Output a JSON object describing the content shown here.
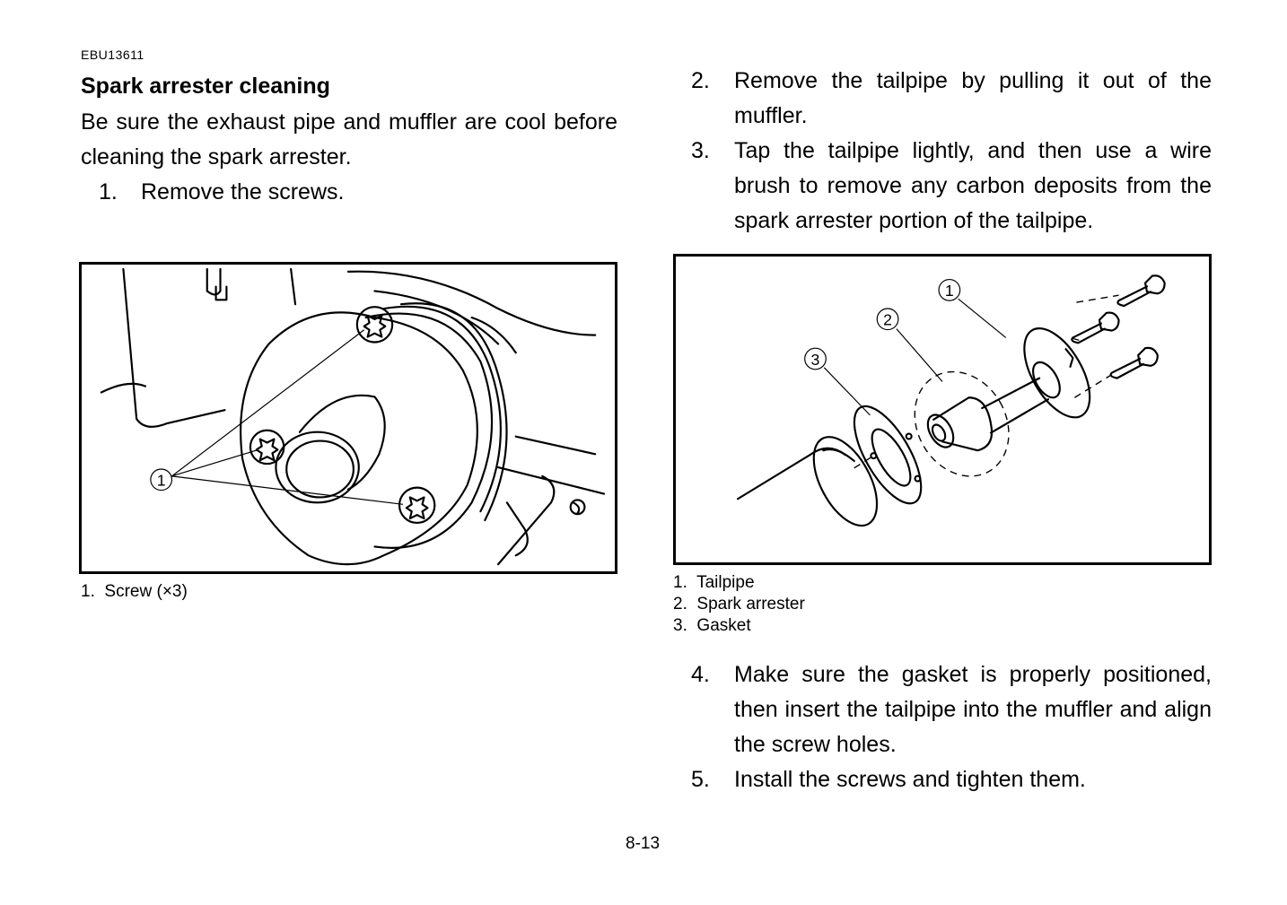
{
  "header": {
    "code": "EBU13611"
  },
  "section": {
    "title": "Spark arrester cleaning",
    "intro": "Be sure the exhaust pipe and muffler are cool before cleaning the spark arrester."
  },
  "steps": [
    {
      "num": "1.",
      "text": "Remove the screws."
    },
    {
      "num": "2.",
      "text": "Remove the tailpipe by pulling it out of the muffler."
    },
    {
      "num": "3.",
      "text": "Tap the tailpipe lightly, and then use a wire brush to remove any carbon deposits from the spark arrester portion of the tailpipe."
    },
    {
      "num": "4.",
      "text": "Make sure the gasket is properly positioned, then insert the tailpipe into the muffler and align the screw holes."
    },
    {
      "num": "5.",
      "text": "Install the screws and tighten them."
    }
  ],
  "figure1": {
    "callout": "1",
    "legend": [
      {
        "num": "1.",
        "label": "Screw (×3)"
      }
    ]
  },
  "figure2": {
    "callouts": [
      "1",
      "2",
      "3"
    ],
    "legend": [
      {
        "num": "1.",
        "label": "Tailpipe"
      },
      {
        "num": "2.",
        "label": "Spark arrester"
      },
      {
        "num": "3.",
        "label": "Gasket"
      }
    ]
  },
  "footer": {
    "page": "8-13"
  }
}
